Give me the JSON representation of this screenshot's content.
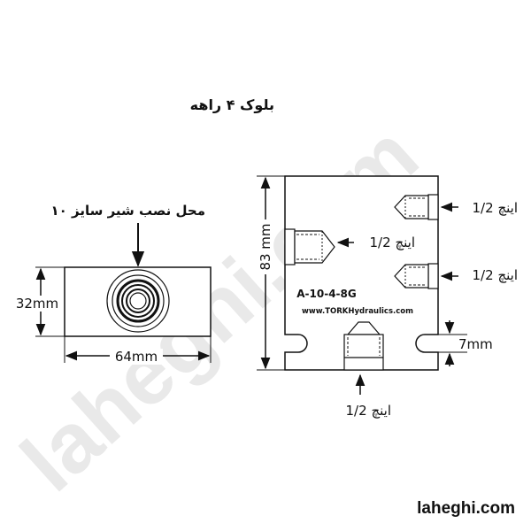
{
  "title": "بلوک ۴ راهه",
  "valve_mount_label": "محل نصب شیر سایز ۱۰",
  "dimensions": {
    "height": "32mm",
    "width": "64mm",
    "block_height": "83 mm",
    "slot": "7mm"
  },
  "ports": {
    "port_a": "1/2 اینچ",
    "port_b": "1/2 اینچ",
    "port_c": "1/2 اینچ",
    "port_bottom": "1/2 اینچ"
  },
  "block": {
    "model": "A-10-4-8G",
    "url": "www.TORKHydraulics.com"
  },
  "watermark": "laheghi.com",
  "footer_site": "laheghi.com"
}
